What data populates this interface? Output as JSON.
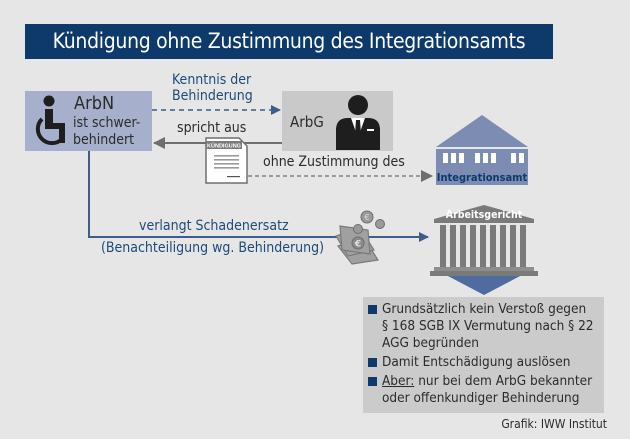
{
  "title": "Kündigung ohne Zustimmung des Integrationsamts",
  "nodes": {
    "arbn": {
      "title": "ArbN",
      "subtitle_line1": "ist schwer-",
      "subtitle_line2": "behindert",
      "icon": "wheelchair-icon"
    },
    "arbg": {
      "label": "ArbG",
      "icon": "businessman-icon"
    },
    "integrationsamt": {
      "label": "Integrationsamt",
      "icon": "building-icon"
    },
    "arbeitsgericht": {
      "label": "Arbeitsgericht",
      "icon": "courthouse-icon"
    },
    "document": {
      "label": "KÜNDIGUNG",
      "icon": "document-icon"
    },
    "money": {
      "icon": "euro-money-icon"
    }
  },
  "edges": {
    "kenntnis": {
      "line1": "Kenntnis der",
      "line2": "Behinderung",
      "style": "dashed"
    },
    "spricht_aus": {
      "label": "spricht aus",
      "style": "solid"
    },
    "ohne_zustimmung": {
      "label": "ohne Zustimmung des",
      "style": "dashed"
    },
    "schadenersatz": {
      "line1": "verlangt Schadenersatz",
      "line2": "(Benachteiligung wg. Behinderung)",
      "style": "solid"
    }
  },
  "info": {
    "items": [
      {
        "lines": [
          "Grundsätzlich kein Verstoß gegen",
          "§ 168 SGB IX Vermutung nach § 22",
          "AGG begründen"
        ]
      },
      {
        "lines": [
          "Damit Entschädigung auslösen"
        ]
      },
      {
        "prefix": "Aber:",
        "lines": [
          " nur bei dem ArbG bekannter",
          "oder offenkundiger Behinderung"
        ]
      }
    ]
  },
  "credit": "Grafik: IWW Institut",
  "colors": {
    "title_bg": "#0d3a6b",
    "background": "#e6e6e7",
    "arbn_box": "#a6b0cc",
    "arbg_box": "#c9c9c9",
    "building": "#7d8cb3",
    "court": "#7a7a7a",
    "arrow_blue": "#3e5c8a",
    "arrow_gray": "#6e6e6e",
    "label_blue": "#1f4a78",
    "info_box": "#cbcbcb"
  }
}
